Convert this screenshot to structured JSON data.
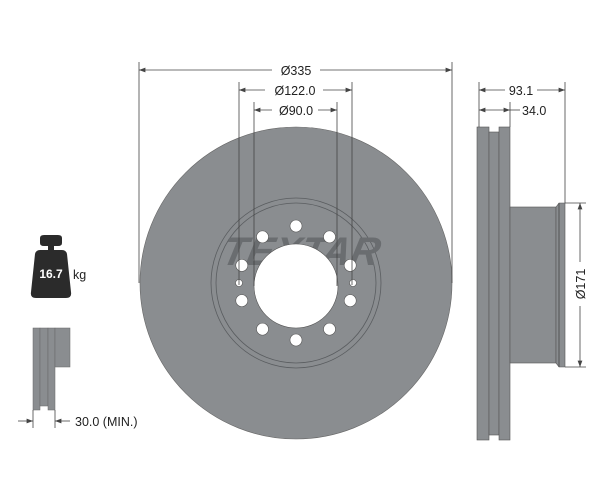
{
  "dimensions": {
    "outer_diameter": "Ø335",
    "bolt_circle": "Ø122.0",
    "center_hole": "Ø90.0",
    "total_height": "93.1",
    "disc_thickness": "34.0",
    "hub_diameter": "Ø171",
    "min_thickness": "30.0 (MIN.)"
  },
  "weight": {
    "value": "16.7",
    "unit": "kg"
  },
  "brand": "TEXTAR",
  "colors": {
    "disc": "#8a8d90",
    "disc_dark": "#6f7275",
    "line": "#444444",
    "weight": "#2b2b2b"
  }
}
